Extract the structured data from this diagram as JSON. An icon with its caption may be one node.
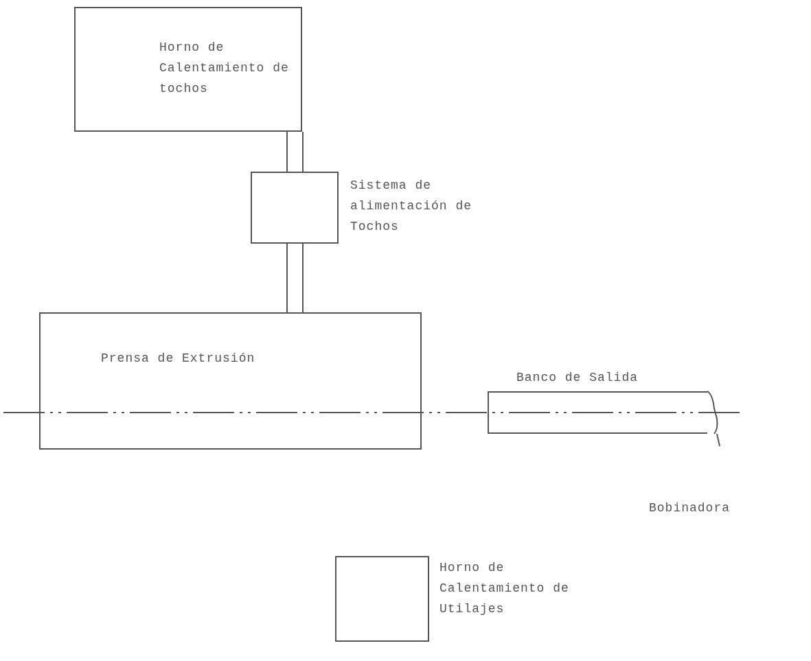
{
  "diagram": {
    "nodes": [
      {
        "text": [
          "Horno de Calentamiento de tochos"
        ]
      },
      {
        "text": [],
        "shape": "box",
        "beside": [
          "Sistema de alimentación de Tochos"
        ]
      },
      {
        "text": [
          "Prensa de Extrusión"
        ]
      },
      {
        "text": [],
        "shape": "box",
        "beside": [
          "Banco de Salida"
        ]
      },
      {
        "text": [],
        "shape": "box",
        "beside": [
          "Horno de Calentamiento de Utilajes"
        ]
      }
    ],
    "edges": [
      {
        "from": 0,
        "to": 1,
        "arrow": "none"
      },
      {
        "from": 1,
        "to": 2,
        "arrow": "none"
      }
    ],
    "labels": [
      "Bobinadora"
    ]
  }
}
